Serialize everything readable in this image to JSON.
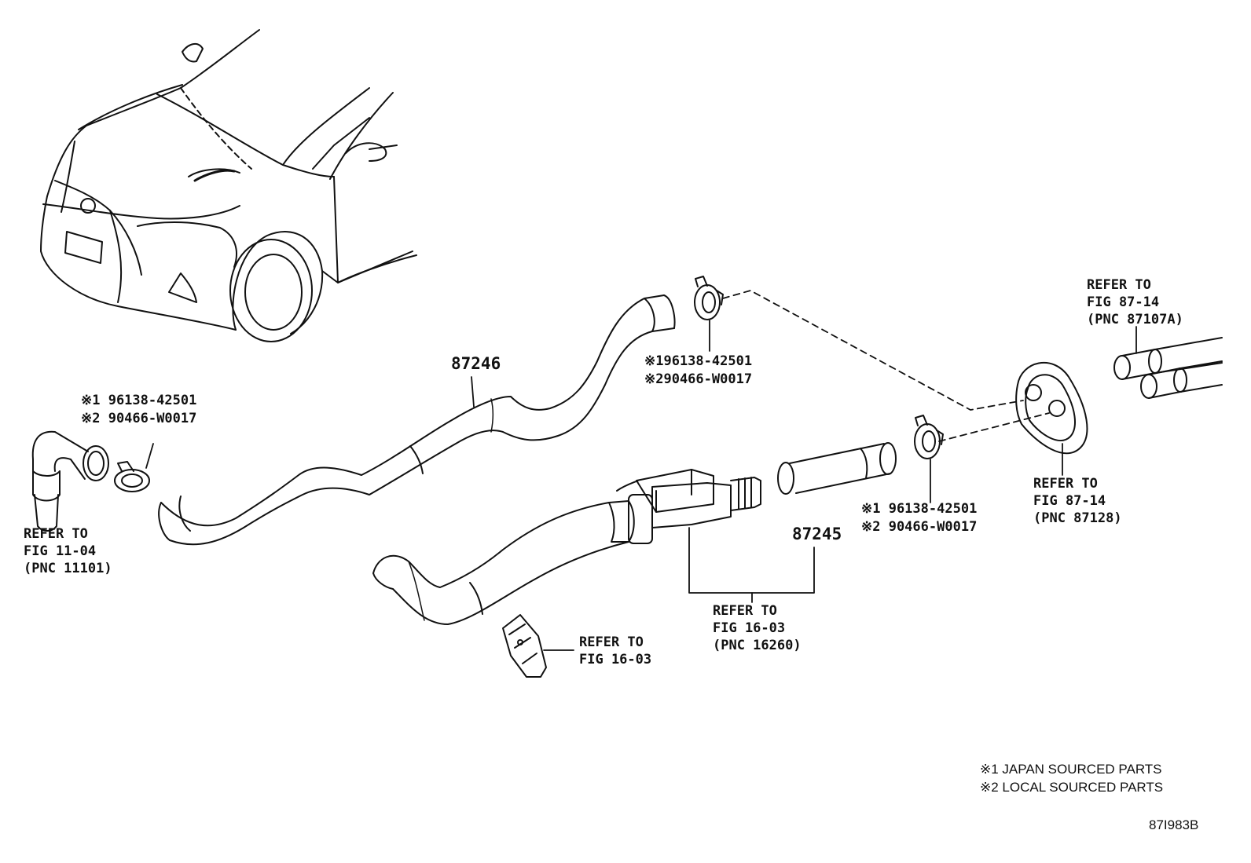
{
  "parts": {
    "hose_upper": "87246",
    "hose_lower": "87245"
  },
  "clamps": {
    "left": {
      "line1": "※1 96138-42501",
      "line2": "※2 90466-W0017"
    },
    "top": {
      "line1": "※196138-42501",
      "line2": "※290466-W0017"
    },
    "right": {
      "line1": "※1 96138-42501",
      "line2": "※2 90466-W0017"
    }
  },
  "refers": {
    "fig_11_04": {
      "line1": "REFER TO",
      "line2": "FIG 11-04",
      "line3": "(PNC 11101)"
    },
    "fig_87_14_pipes": {
      "line1": "REFER TO",
      "line2": "FIG 87-14",
      "line3": "(PNC 87107A)"
    },
    "fig_87_14_grommet": {
      "line1": "REFER TO",
      "line2": "FIG 87-14",
      "line3": "(PNC 87128)"
    },
    "fig_16_03_valve": {
      "line1": "REFER TO",
      "line2": "FIG 16-03",
      "line3": "(PNC 16260)"
    },
    "fig_16_03_bracket": {
      "line1": "REFER TO",
      "line2": "FIG 16-03"
    }
  },
  "footnotes": {
    "note1": "※1 JAPAN SOURCED PARTS",
    "note2": "※2 LOCAL SOURCED PARTS"
  },
  "illustration_code": "87I983B"
}
